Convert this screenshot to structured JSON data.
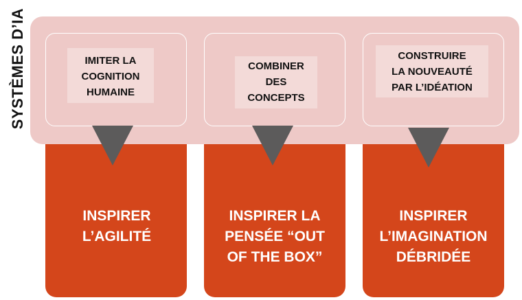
{
  "side_label": "SYSTÈMES D’IA",
  "columns": [
    {
      "top_lines": [
        "IMITER LA",
        "COGNITION",
        "HUMAINE"
      ],
      "bottom_lines": [
        "INSPIRER",
        "L’AGILITÉ"
      ]
    },
    {
      "top_lines": [
        "COMBINER",
        "DES",
        "CONCEPTS"
      ],
      "bottom_lines": [
        "INSPIRER LA",
        "PENSÉE “OUT",
        "OF THE BOX”"
      ]
    },
    {
      "top_lines": [
        "CONSTRUIRE",
        "LA NOUVEAUTÉ",
        "PAR L’IDÉATION"
      ],
      "bottom_lines": [
        "INSPIRER",
        "L’IMAGINATION",
        "DÉBRIDÉE"
      ]
    }
  ],
  "colors": {
    "band": "#eec9c7",
    "pill": "#f3dad8",
    "column": "#d4461b",
    "arrow": "#5c5b5b",
    "text_dark": "#111111",
    "text_light": "#ffffff"
  }
}
